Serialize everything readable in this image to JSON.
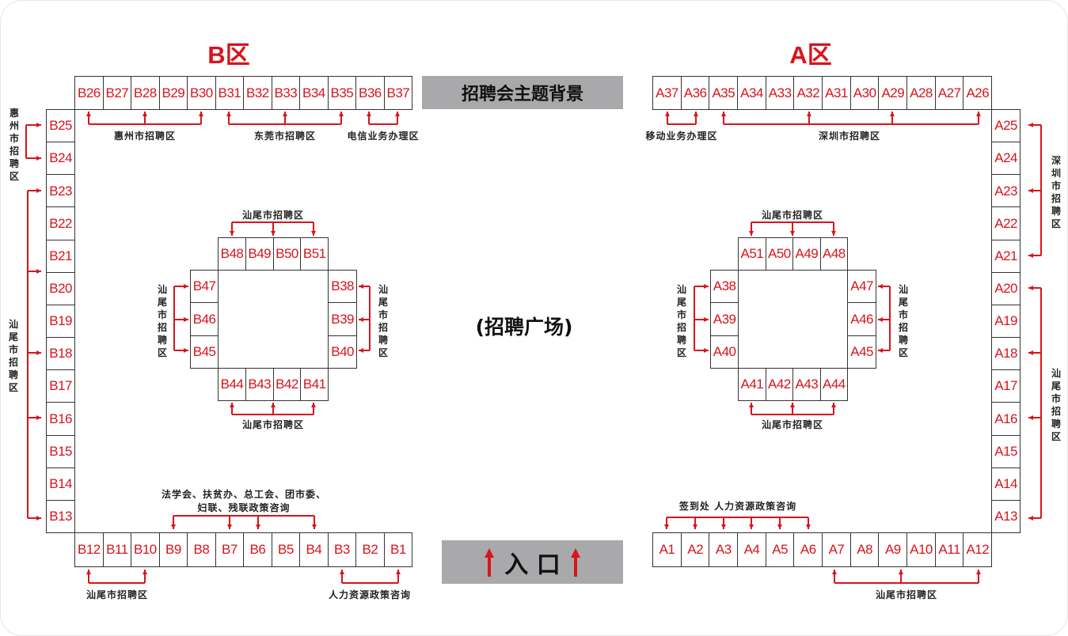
{
  "zones": {
    "b_title": "B区",
    "a_title": "A区"
  },
  "banner_top": "招聘会主题背景",
  "entrance": "入 口",
  "plaza": "(招聘广场)",
  "colors": {
    "accent": "#d8141c",
    "banner": "#a9a9ab"
  },
  "booths": {
    "b_top": [
      "B26",
      "B27",
      "B28",
      "B29",
      "B30",
      "B31",
      "B32",
      "B33",
      "B34",
      "B35",
      "B36",
      "B37"
    ],
    "b_left": [
      "B25",
      "B24",
      "B23",
      "B22",
      "B21",
      "B20",
      "B19",
      "B18",
      "B17",
      "B16",
      "B15",
      "B14",
      "B13"
    ],
    "b_bottom": [
      "B12",
      "B11",
      "B10",
      "B9",
      "B8",
      "B7",
      "B6",
      "B5",
      "B4",
      "B3",
      "B2",
      "B1"
    ],
    "b_inner_top": [
      "B48",
      "B49",
      "B50",
      "B51"
    ],
    "b_inner_left": [
      "B47",
      "B46",
      "B45"
    ],
    "b_inner_right": [
      "B38",
      "B39",
      "B40"
    ],
    "b_inner_bottom": [
      "B44",
      "B43",
      "B42",
      "B41"
    ],
    "a_top": [
      "A37",
      "A36",
      "A35",
      "A34",
      "A33",
      "A32",
      "A31",
      "A30",
      "A29",
      "A28",
      "A27",
      "A26"
    ],
    "a_right": [
      "A25",
      "A24",
      "A23",
      "A22",
      "A21",
      "A20",
      "A19",
      "A18",
      "A17",
      "A16",
      "A15",
      "A14",
      "A13"
    ],
    "a_bottom": [
      "A1",
      "A2",
      "A3",
      "A4",
      "A5",
      "A6",
      "A7",
      "A8",
      "A9",
      "A10",
      "A11",
      "A12"
    ],
    "a_inner_top": [
      "A51",
      "A50",
      "A49",
      "A48"
    ],
    "a_inner_left": [
      "A38",
      "A39",
      "A40"
    ],
    "a_inner_right": [
      "A47",
      "A46",
      "A45"
    ],
    "a_inner_bottom": [
      "A41",
      "A42",
      "A43",
      "A44"
    ]
  },
  "labels": {
    "huizhou_top": "惠州市招聘区",
    "dongguan": "东莞市招聘区",
    "telecom": "电信业务办理区",
    "huizhou_left": "惠州市招聘区",
    "shanwei_left": "汕尾市招聘区",
    "b_policy_line1": "法学会、扶贫办、总工会、团市委、",
    "b_policy_line2": "妇联、残联政策咨询",
    "b_bottom_shanwei": "汕尾市招聘区",
    "b_bottom_hr": "人力资源政策咨询",
    "b_inner_top": "汕尾市招聘区",
    "b_inner_bottom": "汕尾市招聘区",
    "b_inner_left": "汕尾市招聘区",
    "b_inner_right": "汕尾市招聘区",
    "mobile": "移动业务办理区",
    "shenzhen_top": "深圳市招聘区",
    "shenzhen_right": "深圳市招聘区",
    "shanwei_right": "汕尾市招聘区",
    "a_checkin": "签到处  人力资源政策咨询",
    "a_bottom_shanwei": "汕尾市招聘区",
    "a_inner_top": "汕尾市招聘区",
    "a_inner_bottom": "汕尾市招聘区",
    "a_inner_left": "汕尾市招聘区",
    "a_inner_right": "汕尾市招聘区"
  }
}
